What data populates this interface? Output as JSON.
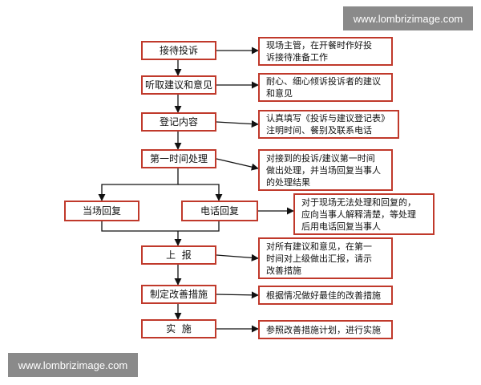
{
  "watermark": {
    "top": "www.lombrizimage.com",
    "bottom": "www.lombrizimage.com"
  },
  "steps": {
    "receive": "接待投诉",
    "listen": "听取建议和意见",
    "record": "登记内容",
    "first_handle": "第一时间处理",
    "onsite_reply": "当场回复",
    "phone_reply": "电话回复",
    "report": "上  报",
    "improve": "制定改善措施",
    "implement": "实  施"
  },
  "notes": {
    "receive": [
      "现场主管，在开餐时作好投",
      "诉接待准备工作"
    ],
    "listen": [
      "耐心、细心倾诉投诉者的建议",
      "和意见"
    ],
    "record": [
      "认真填写《投诉与建议登记表》",
      "注明时间、餐别及联系电话"
    ],
    "first_handle": [
      "对接到的投诉/建议第一时间",
      "做出处理，并当场回复当事人",
      "的处理结果"
    ],
    "phone_reply": [
      "对于现场无法处理和回复的，",
      "应向当事人解释清楚，等处理",
      "后用电话回复当事人"
    ],
    "report": [
      "对所有建议和意见，在第一",
      "时间对上级做出汇报，请示",
      "改善措施"
    ],
    "improve": [
      "根据情况做好最佳的改善措施"
    ],
    "implement": [
      "参照改善措施计划，进行实施"
    ]
  }
}
